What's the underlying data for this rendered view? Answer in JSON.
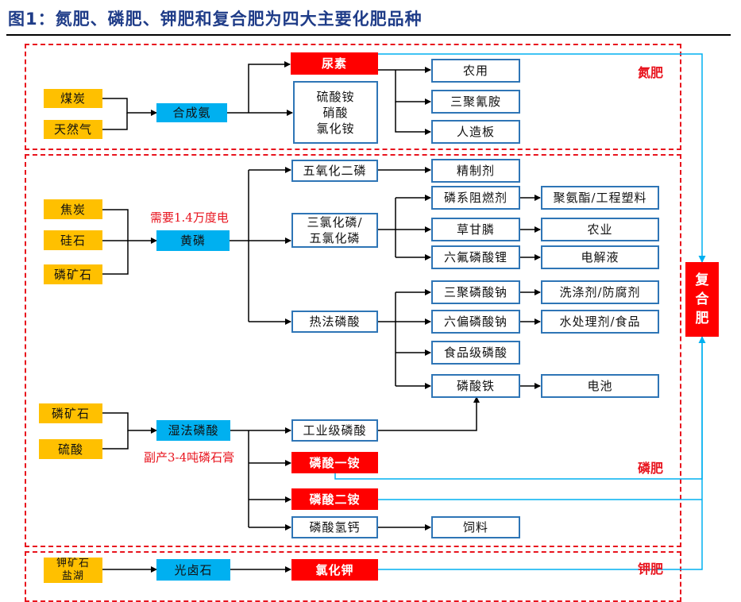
{
  "title": "图1：氮肥、磷肥、钾肥和复合肥为四大主要化肥品种",
  "groups": {
    "nitrogen": "氮肥",
    "phosphorus": "磷肥",
    "potassium": "钾肥"
  },
  "compound": [
    "复",
    "合",
    "肥"
  ],
  "notes": {
    "power": "需要1.4万度电",
    "byproduct": "副产3-4吨磷石膏"
  },
  "nodes": {
    "coal": "煤炭",
    "natgas": "天然气",
    "ammonia": "合成氨",
    "urea": "尿素",
    "ammonium_salts": [
      "硫酸铵",
      "硝酸",
      "氯化铵"
    ],
    "agri_use": "农用",
    "melamine": "三聚氰胺",
    "board": "人造板",
    "coke": "焦炭",
    "silica": "硅石",
    "phosrock1": "磷矿石",
    "yellowp": "黄磷",
    "p2o5": "五氧化二磷",
    "pcl": [
      "三氯化磷/",
      "五氯化磷"
    ],
    "thermal_acid": "热法磷酸",
    "refine": "精制剂",
    "flame": "磷系阻燃剂",
    "glyphosate": "草甘膦",
    "lipf6": "六氟磷酸锂",
    "polyurethane": "聚氨酯/工程塑料",
    "agriculture": "农业",
    "electrolyte": "电解液",
    "stpp": "三聚磷酸钠",
    "shmp": "六偏磷酸钠",
    "foodgrade": "食品级磷酸",
    "lfp": "磷酸铁",
    "detergent": "洗涤剂/防腐剂",
    "water": "水处理剂/食品",
    "battery": "电池",
    "phosrock2": "磷矿石",
    "sulfuric": "硫酸",
    "wet_acid": "湿法磷酸",
    "ind_acid": "工业级磷酸",
    "map": "磷酸一铵",
    "dap": "磷酸二铵",
    "dcp": "磷酸氢钙",
    "feed": "饲料",
    "potash_ore": [
      "钾矿石",
      "盐湖"
    ],
    "carnallite": "光卤石",
    "kcl": "氯化钾"
  },
  "colors": {
    "raw": "#FFC000",
    "intermediate": "#00B0F0",
    "product": "#FFFFFF",
    "key": "#FF0000",
    "group_border": "#E8141E",
    "compound_arrow": "#00B0F0"
  }
}
